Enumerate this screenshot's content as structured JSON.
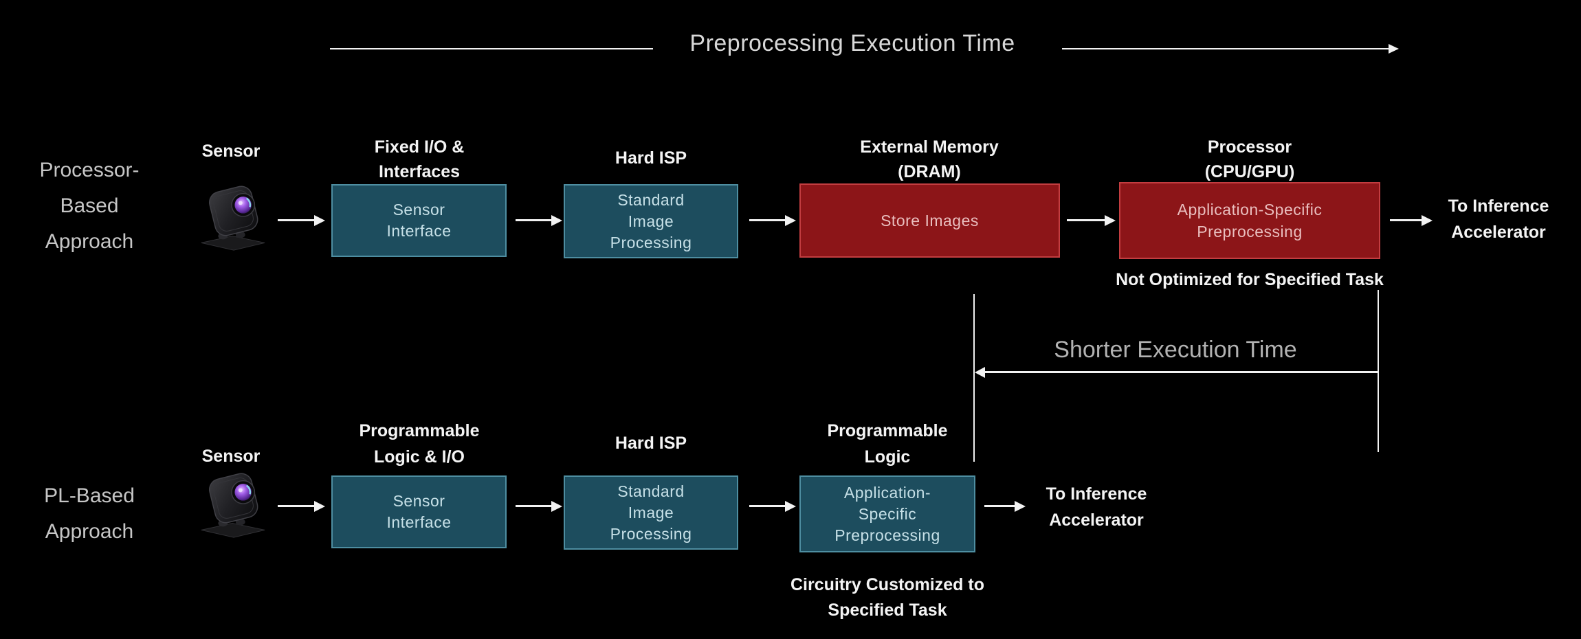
{
  "colors": {
    "background": "#000000",
    "teal_box_fill": "#1d4d5e",
    "teal_box_border": "#4e8ea1",
    "teal_box_text": "#c6e0e7",
    "red_box_fill": "#8c1518",
    "red_box_border": "#c33d40",
    "red_box_text": "#eabfbf",
    "label_white": "#f4f4f4",
    "label_gray": "#c6c6c6",
    "arrow_white": "#f2f2f2",
    "bracket_text_gray": "#b2b2b2"
  },
  "title": {
    "label": "Preprocessing Execution Time"
  },
  "row1": {
    "approach_lines": [
      "Processor-",
      "Based",
      "Approach"
    ],
    "sensor_label": "Sensor",
    "sensor_icon": "camera-icon",
    "stage1": {
      "header_lines": [
        "Fixed I/O &",
        "Interfaces"
      ],
      "box_lines": [
        "Sensor",
        "Interface"
      ]
    },
    "stage2": {
      "header": "Hard ISP",
      "box_lines": [
        "Standard",
        "Image",
        "Processing"
      ]
    },
    "stage3": {
      "header_lines": [
        "External Memory",
        "(DRAM)"
      ],
      "box_label": "Store Images"
    },
    "stage4": {
      "header_lines": [
        "Processor",
        "(CPU/GPU)"
      ],
      "box_lines": [
        "Application-Specific",
        "Preprocessing"
      ]
    },
    "output_lines": [
      "To Inference",
      "Accelerator"
    ],
    "footnote": "Not Optimized for Specified Task"
  },
  "bracket": {
    "label": "Shorter Execution Time"
  },
  "row2": {
    "approach_lines": [
      "PL-Based",
      "Approach"
    ],
    "sensor_label": "Sensor",
    "sensor_icon": "camera-icon",
    "stage1": {
      "header_lines": [
        "Programmable",
        "Logic & I/O"
      ],
      "box_lines": [
        "Sensor",
        "Interface"
      ]
    },
    "stage2": {
      "header": "Hard ISP",
      "box_lines": [
        "Standard",
        "Image",
        "Processing"
      ]
    },
    "stage3": {
      "header_lines": [
        "Programmable",
        "Logic"
      ],
      "box_lines": [
        "Application-",
        "Specific",
        "Preprocessing"
      ]
    },
    "output_lines": [
      "To Inference",
      "Accelerator"
    ],
    "footnote_lines": [
      "Circuitry Customized to",
      "Specified Task"
    ]
  }
}
